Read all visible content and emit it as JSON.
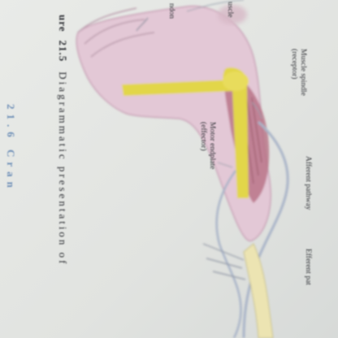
{
  "figure": {
    "caption_prefix": "ure",
    "caption_number": "21.5",
    "caption_text": "Diagrammatic presentation of",
    "labels": {
      "muscle_spindle": [
        "Muscle spindle",
        "(receptor)"
      ],
      "motor_endplate": [
        "Motor endplate",
        "(effector)"
      ],
      "afferent_pathway": "Afferent pathway",
      "efferent_pathway": "Efferent pat",
      "muscle": "uscle",
      "tendon": "ndon"
    },
    "next_heading": "21.6 Cran"
  },
  "colors": {
    "page": "#e4e6e3",
    "bone": "#e2d64a",
    "tissue": "#d9b7cc",
    "muscle": "#b46a7e",
    "nerve": "#a9b4c8",
    "heading": "#6e8fb7"
  }
}
